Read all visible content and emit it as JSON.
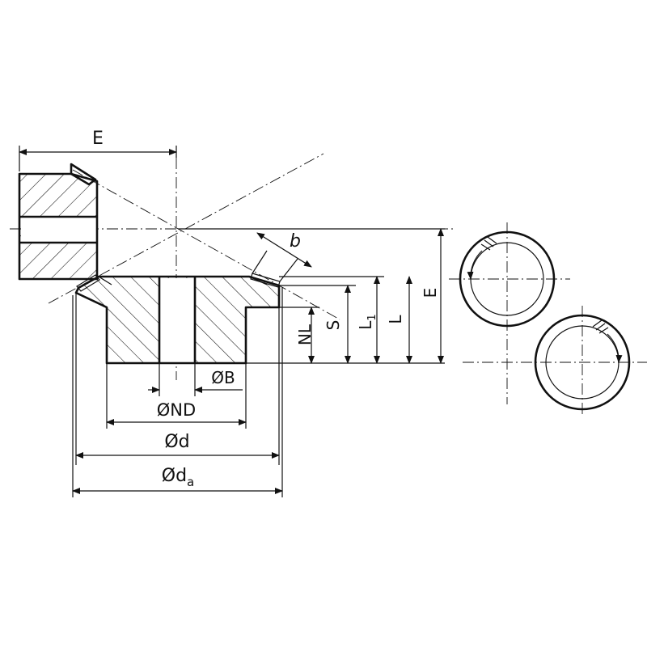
{
  "labels": {
    "e_top": "E",
    "b": "b",
    "nl": "NL",
    "s": "S",
    "l1_main": "L",
    "l1_sub": "1",
    "l": "L",
    "e_side": "E",
    "dia_b": "ØB",
    "dia_nd": "ØND",
    "dia_d": "Ød",
    "dia_da_main": "Ød",
    "dia_da_sub": "a"
  },
  "colors": {
    "ink": "#111111",
    "paper": "#ffffff"
  }
}
